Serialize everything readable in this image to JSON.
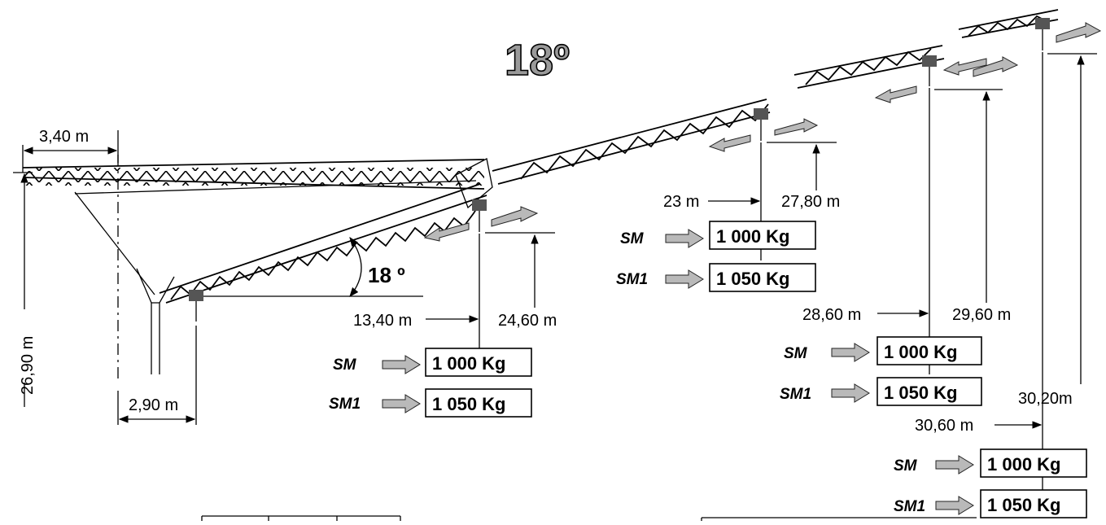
{
  "title": "18º",
  "angle_label": "18 º",
  "dimensions": {
    "top_left_offset": "3,40 m",
    "height_left": "26,90 m",
    "base_offset": "2,90 m",
    "radius_1": "13,40 m",
    "height_1": "24,60 m",
    "radius_2": "23 m",
    "height_2": "27,80 m",
    "radius_3": "28,60 m",
    "height_3": "29,60 m",
    "radius_4": "30,60 m",
    "height_4": "30,20m"
  },
  "load_positions": [
    {
      "sm_label": "SM",
      "sm_value": "1 000 Kg",
      "sm1_label": "SM1",
      "sm1_value": "1 050 Kg"
    },
    {
      "sm_label": "SM",
      "sm_value": "1 000 Kg",
      "sm1_label": "SM1",
      "sm1_value": "1 050 Kg"
    },
    {
      "sm_label": "SM",
      "sm_value": "1 000 Kg",
      "sm1_label": "SM1",
      "sm1_value": "1 050 Kg"
    },
    {
      "sm_label": "SM",
      "sm_value": "1 000 Kg",
      "sm1_label": "SM1",
      "sm1_value": "1 050 Kg"
    }
  ]
}
